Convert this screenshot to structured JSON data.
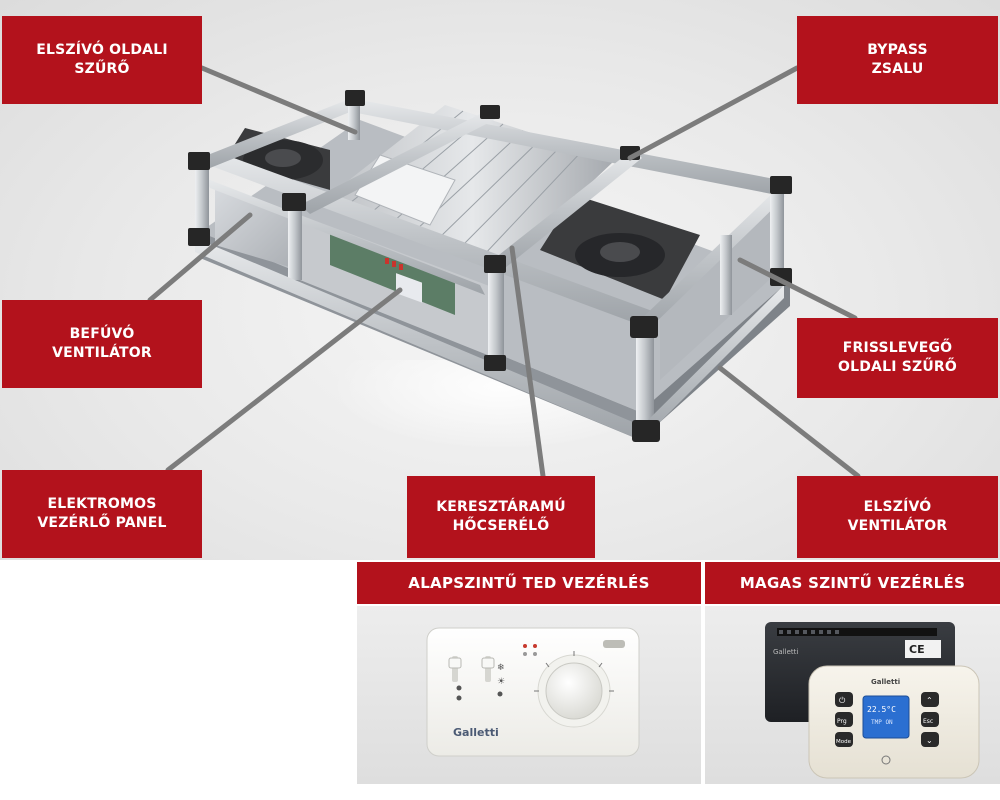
{
  "callouts": {
    "elszivo_oldali_szuro": {
      "line1": "ELSZÍVÓ OLDALI",
      "line2": "SZŰRŐ"
    },
    "bypass_zsalu": {
      "line1": "BYPASS",
      "line2": "ZSALU"
    },
    "befuvo_ventilator": {
      "line1": "BEFÚVÓ",
      "line2": "VENTILÁTOR"
    },
    "frisslevego_oldali_szuro": {
      "line1": "FRISSLEVEGŐ",
      "line2": "OLDALI SZŰRŐ"
    },
    "elektromos_vezerlo_panel": {
      "line1": "ELEKTROMOS",
      "line2": "VEZÉRLŐ PANEL"
    },
    "keresztaramu_hocserelo": {
      "line1": "KERESZTÁRAMÚ",
      "line2": "HŐCSERÉLŐ"
    },
    "elszivo_ventilator": {
      "line1": "ELSZÍVÓ",
      "line2": "VENTILÁTOR"
    }
  },
  "panels": {
    "basic": {
      "title": "ALAPSZINTŰ TED VEZÉRLÉS",
      "brand": "Galletti"
    },
    "advanced": {
      "title": "MAGAS SZINTŰ VEZÉRLÉS",
      "brand": "Galletti",
      "display_temp": "22.5°C",
      "display_sub": "TMP ON",
      "ce_mark": "CE",
      "buttons_left": [
        "⏻",
        "Prg",
        "Mode"
      ],
      "buttons_right": [
        "Esc"
      ]
    }
  },
  "colors": {
    "accent": "#b3121c",
    "frame": "#c9ccd0",
    "corner": "#2a2a2a"
  },
  "icons": {
    "leader_lines": "callout-leader-line",
    "fan": "fan-icon",
    "lcd": "lcd-display-icon"
  }
}
